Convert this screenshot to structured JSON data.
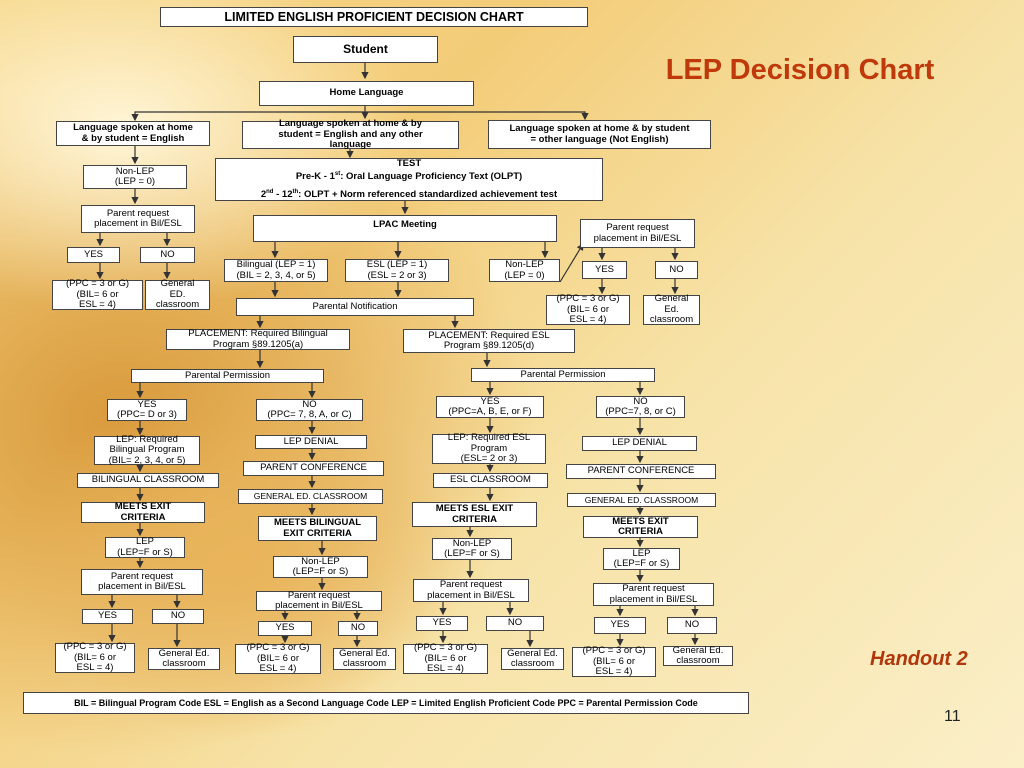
{
  "page": {
    "doc_title": "LIMITED ENGLISH PROFICIENT DECISION CHART",
    "slide_title": "LEP Decision Chart",
    "handout": "Handout 2",
    "page_number": "11",
    "legend": "BIL = Bilingual Program Code   ESL = English as a Second Language Code   LEP = Limited English Proficient Code   PPC = Parental Permission Code"
  },
  "colors": {
    "title_red": "#c0390b",
    "handout_red": "#b0360b"
  },
  "nodes": {
    "student": "Student",
    "home_language": "Home Language",
    "lang_english": [
      "Language spoken at home",
      "& by student =  English"
    ],
    "lang_english_other": [
      "Language spoken at home & by",
      "student =  English and any other",
      "language"
    ],
    "lang_other": [
      "Language spoken at home & by student",
      "=  other language (Not English)"
    ],
    "test_title": "TEST",
    "test_line1_pre": "Pre-K - 1",
    "test_line1_sup": "st",
    "test_line1_post": ": Oral Language Proficiency Text (OLPT)",
    "test_line2_a": "2",
    "test_line2_sup1": "nd",
    "test_line2_b": " - 12",
    "test_line2_sup2": "th",
    "test_line2_c": ": OLPT + Norm referenced standardized achievement test",
    "nonlep_left": [
      "Non-LEP",
      "(LEP = 0)"
    ],
    "parent_req_left": [
      "Parent request",
      "placement in Bil/ESL"
    ],
    "yes": "YES",
    "no": "NO",
    "ppc_result": [
      "(PPC = 3 or G)",
      "(BIL= 6 or",
      "ESL = 4)"
    ],
    "general_ed_1": [
      "General",
      "ED.",
      "classroom"
    ],
    "lpac_meeting": "LPAC  Meeting",
    "bilingual_lep": [
      "Bilingual (LEP = 1)",
      "(BIL = 2, 3, 4, or 5)"
    ],
    "esl_lep": [
      "ESL (LEP = 1)",
      "(ESL = 2 or 3)"
    ],
    "nonlep_mid": [
      "Non-LEP",
      "(LEP = 0)"
    ],
    "parent_req_right": [
      "Parent request",
      "placement in Bil/ESL"
    ],
    "general_ed_2": [
      "General",
      "Ed.",
      "classroom"
    ],
    "parental_notification": "Parental Notification",
    "placement_bil": [
      "PLACEMENT: Required Bilingual",
      "Program §89.1205(a)"
    ],
    "placement_esl": [
      "PLACEMENT: Required ESL",
      "Program §89.1205(d)"
    ],
    "parental_permission": "Parental Permission",
    "bil_yes": [
      "YES",
      "(PPC= D or 3)"
    ],
    "bil_no": [
      "NO",
      "(PPC= 7, 8, A, or C)"
    ],
    "esl_yes": [
      "YES",
      "(PPC=A, B, E, or F)"
    ],
    "esl_no": [
      "NO",
      "(PPC=7, 8, or C)"
    ],
    "lep_req_bil": [
      "LEP: Required",
      "Bilingual Program",
      "(BIL= 2, 3, 4, or 5)"
    ],
    "lep_req_esl": [
      "LEP: Required ESL",
      "Program",
      "(ESL= 2 or 3)"
    ],
    "lep_denial": "LEP DENIAL",
    "parent_conference": "PARENT CONFERENCE",
    "general_ed_classroom": "GENERAL ED.  CLASSROOM",
    "bilingual_classroom": "BILINGUAL CLASSROOM",
    "esl_classroom": "ESL CLASSROOM",
    "meets_exit": [
      "MEETS EXIT",
      "CRITERIA"
    ],
    "meets_bil_exit": [
      "MEETS BILINGUAL",
      "EXIT CRITERIA"
    ],
    "meets_esl_exit": [
      "MEETS ESL EXIT",
      "CRITERIA"
    ],
    "lep_fs": [
      "LEP",
      "(LEP=F or S)"
    ],
    "nonlep_fs": [
      "Non-LEP",
      "(LEP=F or S)"
    ],
    "parent_req": [
      "Parent request",
      "placement in Bil/ESL"
    ],
    "general_ed_classroom_small": [
      "General Ed.",
      "classroom"
    ]
  }
}
